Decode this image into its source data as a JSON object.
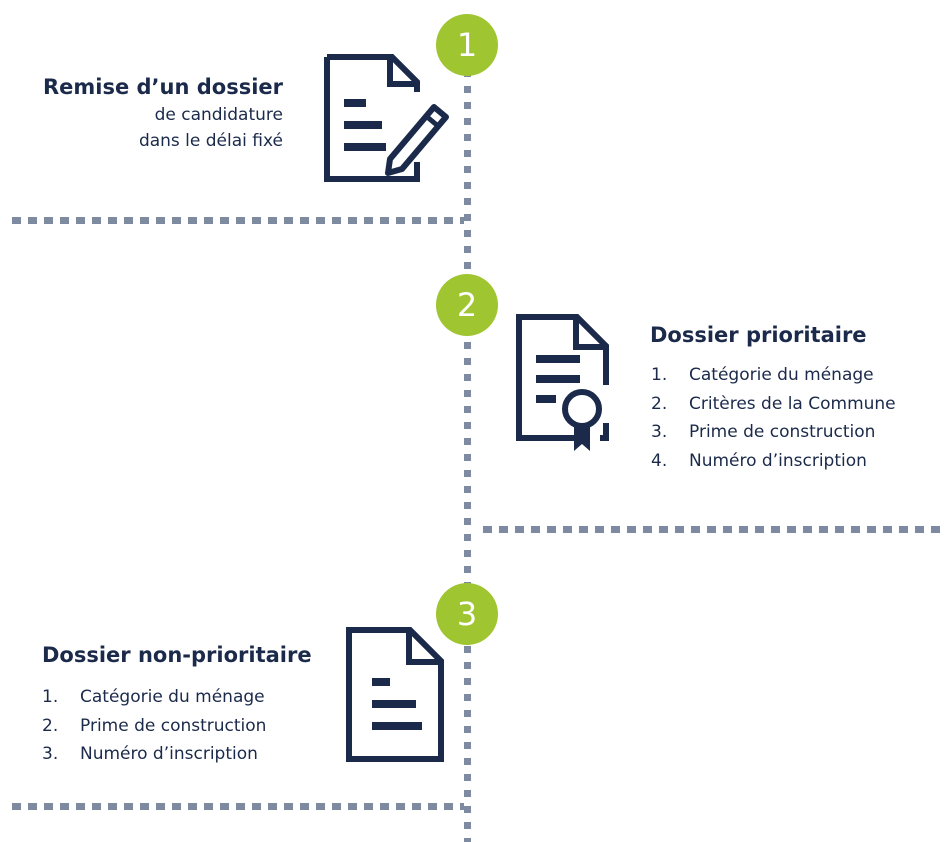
{
  "colors": {
    "navy": "#1b2a4a",
    "lime": "#9fc531",
    "dots": "#7d8a9f"
  },
  "steps": [
    {
      "number": "1",
      "icon": "document-pen-icon",
      "title": "Remise d’un dossier",
      "subtitle_lines": [
        "de candidature",
        "dans le délai fixé"
      ]
    },
    {
      "number": "2",
      "icon": "document-certificate-icon",
      "title": "Dossier prioritaire",
      "items": [
        {
          "num": "1.",
          "text": "Catégorie du ménage"
        },
        {
          "num": "2.",
          "text": "Critères de la Commune"
        },
        {
          "num": "3.",
          "text": "Prime de construction"
        },
        {
          "num": "4.",
          "text": "Numéro d’inscription"
        }
      ]
    },
    {
      "number": "3",
      "icon": "document-lines-icon",
      "title": "Dossier non-prioritaire",
      "items": [
        {
          "num": "1.",
          "text": "Catégorie du ménage"
        },
        {
          "num": "2.",
          "text": "Prime de construction"
        },
        {
          "num": "3.",
          "text": "Numéro d’inscription"
        }
      ]
    }
  ]
}
